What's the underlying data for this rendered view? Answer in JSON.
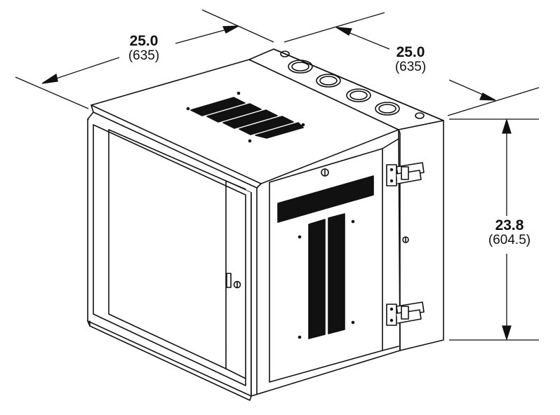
{
  "dimensions": {
    "width": {
      "inches": "25.0",
      "mm": "(635)"
    },
    "depth": {
      "inches": "25.0",
      "mm": "(635)"
    },
    "height": {
      "inches": "23.8",
      "mm": "(604.5)"
    }
  },
  "colors": {
    "line": "#111111",
    "background": "#ffffff",
    "vent": "#111111",
    "panel": "#ffffff"
  }
}
